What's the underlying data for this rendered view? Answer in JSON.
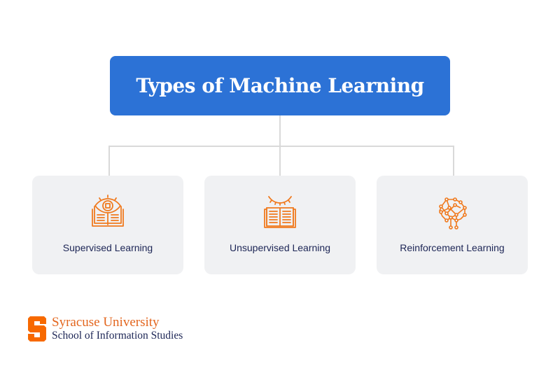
{
  "title": "Types of Machine Learning",
  "colors": {
    "header_bg": "#2c72d6",
    "card_bg": "#f0f1f3",
    "icon": "#f07a1e",
    "label": "#1c2555",
    "connector": "#d9d9d9"
  },
  "cards": [
    {
      "label": "Supervised Learning",
      "icon": "book-eye-chip-icon"
    },
    {
      "label": "Unsupervised Learning",
      "icon": "book-closed-eye-icon"
    },
    {
      "label": "Reinforcement Learning",
      "icon": "neural-brain-icon"
    }
  ],
  "logo": {
    "line1": "Syracuse University",
    "line2": "School of Information Studies"
  }
}
